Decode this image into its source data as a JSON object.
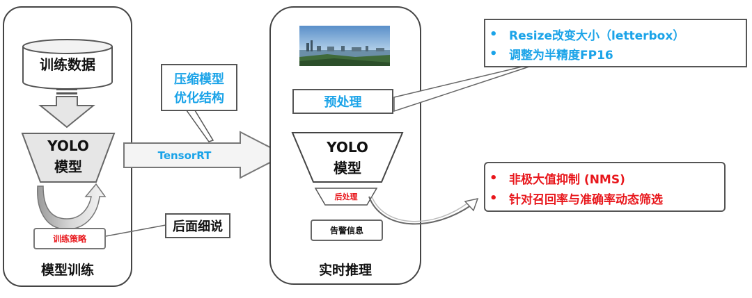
{
  "training": {
    "database": "训练数据",
    "model_line1": "YOLO",
    "model_line2": "模型",
    "strategy": "训练策略",
    "title": "模型训练"
  },
  "middle": {
    "callout_line1": "压缩模型",
    "callout_line2": "优化结构",
    "arrow_label": "TensorRT",
    "later_note": "后面细说"
  },
  "inference": {
    "preprocess": "预处理",
    "model_line1": "YOLO",
    "model_line2": "模型",
    "postprocess": "后处理",
    "alarm": "告警信息",
    "title": "实时推理"
  },
  "preprocess_notes": {
    "bullet": "•",
    "items": [
      "Resize改变大小（letterbox）",
      "调整为半精度FP16"
    ]
  },
  "postprocess_notes": {
    "bullet": "•",
    "items": [
      "非极大值抑制 (NMS)",
      "针对召回率与准确率动态筛选"
    ]
  },
  "colors": {
    "blue_text": "#1aa3e8",
    "red_text": "#e8161b",
    "panel_border": "#444444",
    "shape_fill": "#e6e6e6",
    "shape_border": "#666666"
  }
}
